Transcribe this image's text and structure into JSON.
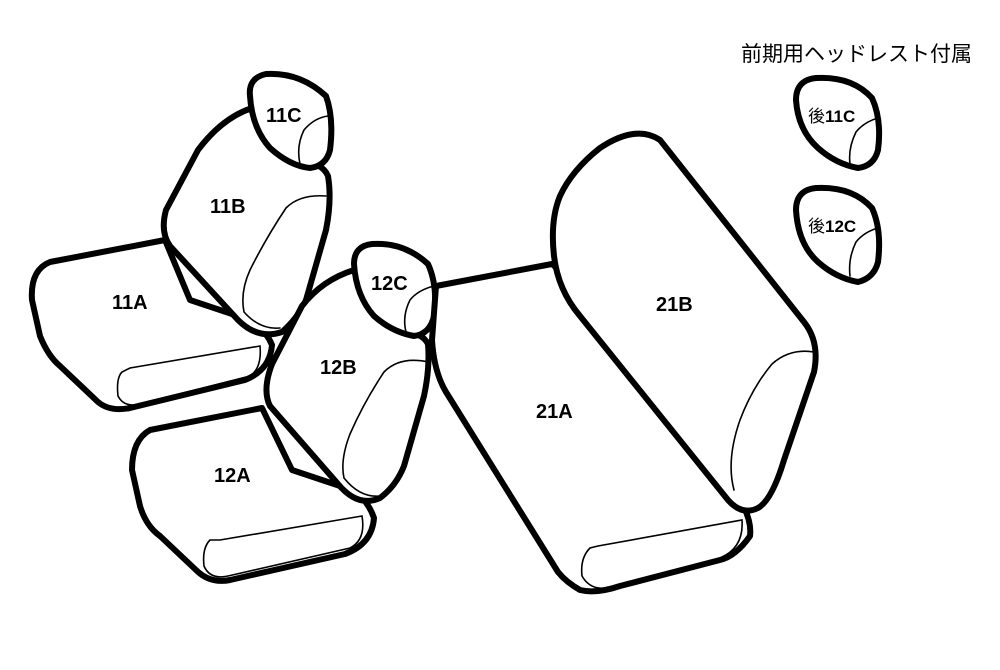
{
  "caption": "前期用ヘッドレスト付属",
  "rear_prefix": "後",
  "labels": {
    "s11A": "11A",
    "s11B": "11B",
    "s11C": "11C",
    "s12A": "12A",
    "s12B": "12B",
    "s12C": "12C",
    "s21A": "21A",
    "s21B": "21B",
    "rear11C": "11C",
    "rear12C": "12C"
  },
  "colors": {
    "stroke": "#000000",
    "fill": "#ffffff"
  }
}
